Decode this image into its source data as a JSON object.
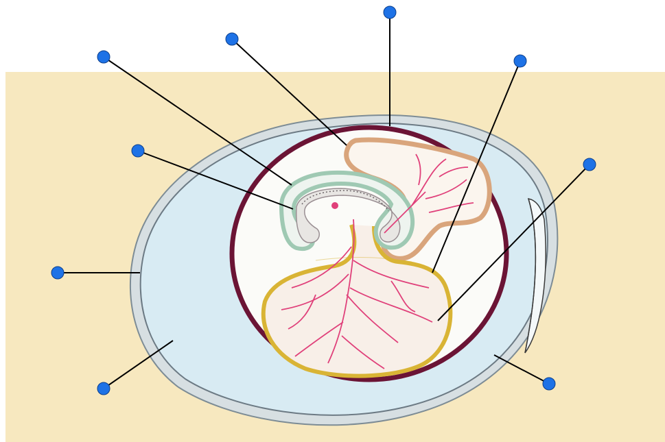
{
  "diagram": {
    "kind": "amniotic egg cross-section",
    "label_count": 9,
    "colors": {
      "background_top": "#ffffff",
      "background_main": "#f7e8bf",
      "shell": "#d7dfe2",
      "albumen": "#d8ebf3",
      "chorion": "#6b1435",
      "allantois": "#d9a57c",
      "yolk_sac": "#d9b435",
      "amnion": "#9fc9b3",
      "embryo": "#e8e6e3",
      "blood_vessels": "#e0407a",
      "label_dot": "#1e72e6",
      "leader_line": "#000000"
    },
    "parts": [
      {
        "id": "shell",
        "icon": "egg-shell"
      },
      {
        "id": "shell-membrane",
        "icon": "membrane"
      },
      {
        "id": "albumen",
        "icon": "albumen"
      },
      {
        "id": "chorion",
        "icon": "membrane"
      },
      {
        "id": "allantois",
        "icon": "sac"
      },
      {
        "id": "yolk-sac",
        "icon": "sac"
      },
      {
        "id": "amnion",
        "icon": "membrane"
      },
      {
        "id": "embryo",
        "icon": "embryo"
      },
      {
        "id": "air-space",
        "icon": "air-cell"
      }
    ]
  }
}
